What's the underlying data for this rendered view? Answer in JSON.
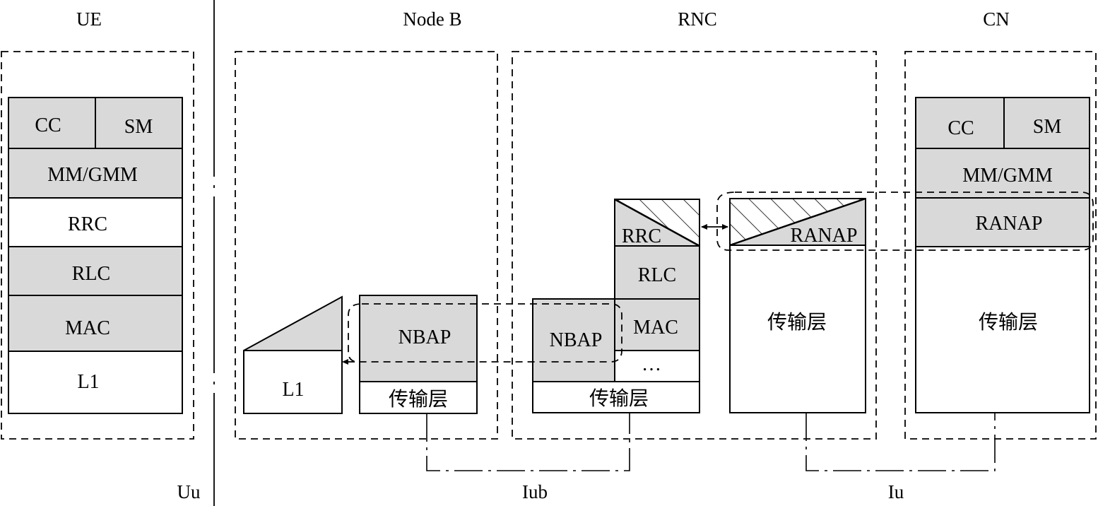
{
  "columns": {
    "ue": "UE",
    "node_b": "Node B",
    "rnc": "RNC",
    "cn": "CN"
  },
  "interfaces": {
    "uu": "Uu",
    "iub": "Iub",
    "iu": "Iu"
  },
  "ue_stack": {
    "cc": "CC",
    "sm": "SM",
    "mm_gmm": "MM/GMM",
    "rrc": "RRC",
    "rlc": "RLC",
    "mac": "MAC",
    "l1": "L1"
  },
  "node_b_stack": {
    "l1": "L1",
    "nbap": "NBAP",
    "transport": "传输层"
  },
  "rnc_stack": {
    "nbap": "NBAP",
    "transport_iub": "传输层",
    "rrc": "RRC",
    "rlc": "RLC",
    "mac": "MAC",
    "more": "…",
    "ranap": "RANAP",
    "transport_iu": "传输层"
  },
  "cn_stack": {
    "cc": "CC",
    "sm": "SM",
    "mm_gmm": "MM/GMM",
    "ranap": "RANAP",
    "transport": "传输层"
  },
  "colors": {
    "layer_fill": "#d9d9d9",
    "line": "#000000",
    "background": "#ffffff"
  }
}
